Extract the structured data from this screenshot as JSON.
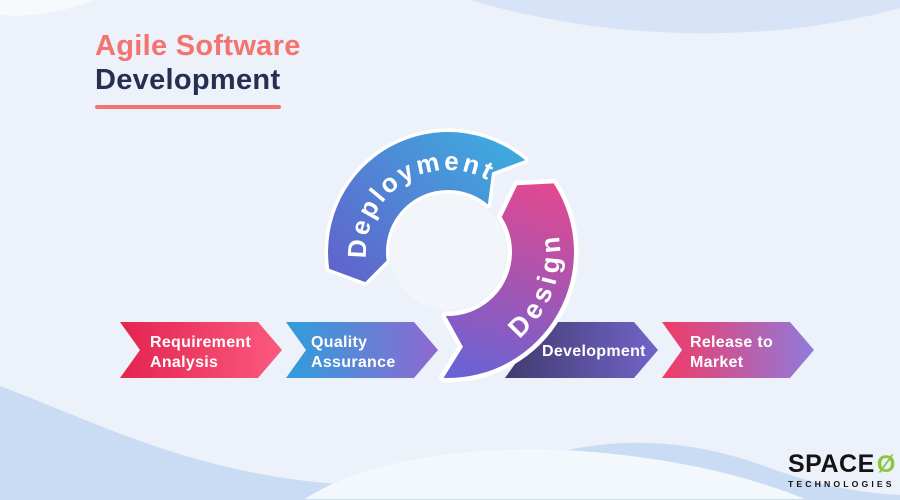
{
  "header": {
    "title_accent": "Agile Software",
    "title_main": "Development",
    "accent_color": "#F4736E",
    "main_color": "#272F51"
  },
  "cycle": {
    "segments": [
      {
        "label": "Deployment",
        "gradient": [
          "#3FA9DF",
          "#6163CB"
        ]
      },
      {
        "label": "Design",
        "gradient": [
          "#E8478C",
          "#6663D6"
        ]
      }
    ]
  },
  "pipeline": {
    "steps": [
      {
        "line1": "Requirement",
        "line2": "Analysis",
        "gradient": [
          "#E32450",
          "#FA5A7E"
        ]
      },
      {
        "line1": "Quality",
        "line2": "Assurance",
        "gradient": [
          "#2F9EDB",
          "#8F68D0"
        ]
      },
      {
        "line1": "Development",
        "line2": "",
        "gradient": [
          "#413B70",
          "#7264C8"
        ]
      },
      {
        "line1": "Release to",
        "line2": "Market",
        "gradient": [
          "#F23A68",
          "#8F7BDB"
        ]
      }
    ]
  },
  "footer_logo": {
    "brand": "SPACE",
    "symbol": "Ø",
    "tagline": "TECHNOLOGIES",
    "symbol_color": "#8DC63F"
  },
  "background": {
    "base": "#ECF1FA",
    "top_band": "#D7E3F6",
    "corner_blob": "#F7FAFD",
    "bottom_wave_dark": "#C9DCF4",
    "bottom_wave_light": "#F3F8FD"
  }
}
